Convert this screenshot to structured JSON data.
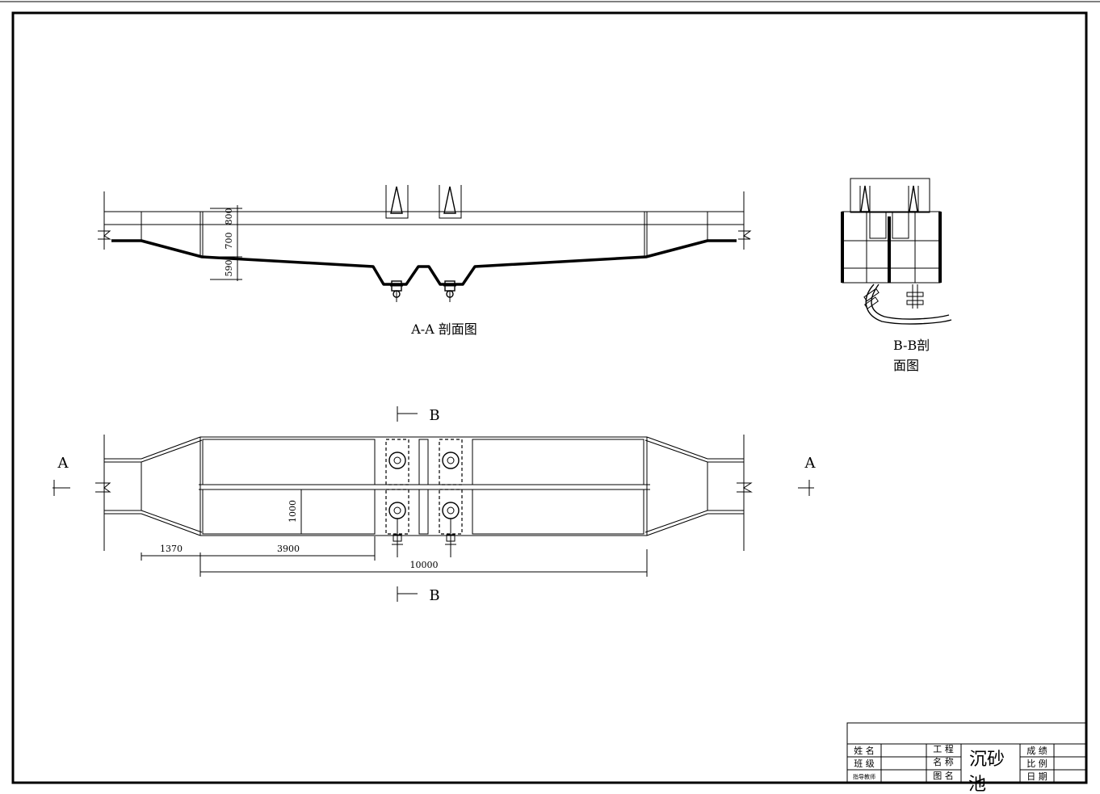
{
  "drawing_title": "沉砂池",
  "section_aa": {
    "label": "A-A 剖面图",
    "dim_top": "800",
    "dim_mid": "700",
    "dim_bot": "590"
  },
  "section_bb": {
    "label_line1": "B-B剖",
    "label_line2": "面图"
  },
  "plan": {
    "mark_a": "A",
    "mark_b": "B",
    "dim_1370": "1370",
    "dim_3900": "3900",
    "dim_10000": "10000",
    "dim_1000": "1000"
  },
  "title_block": {
    "name_label": "姓  名",
    "class_label": "班  级",
    "advisor_label": "指导教师",
    "project_label_1": "工 程",
    "project_label_2": "名 称",
    "drawing_name_label": "图  名",
    "grade_label": "成  绩",
    "scale_label": "比  例",
    "date_label": "日  期",
    "title_line1": "沉砂",
    "title_line2": "池"
  }
}
